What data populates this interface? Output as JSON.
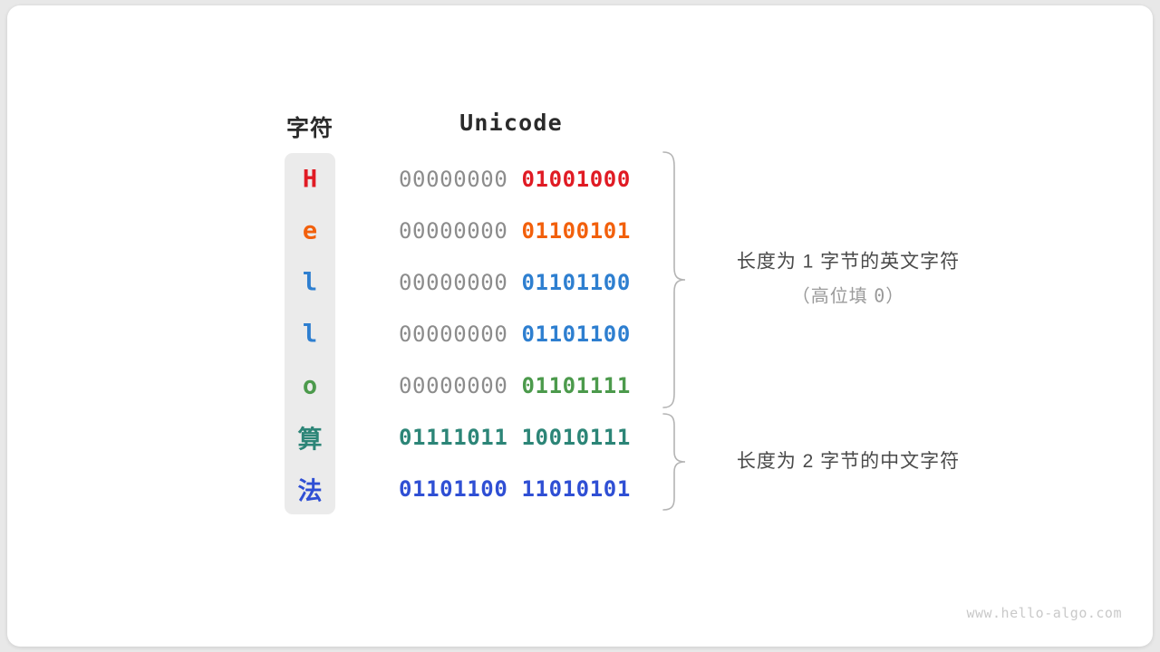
{
  "card": {
    "background": "#ffffff",
    "page_background": "#e8e8e8"
  },
  "headers": {
    "char": "字符",
    "unicode": "Unicode"
  },
  "panel": {
    "background": "#ebebeb"
  },
  "rows": [
    {
      "char": "H",
      "char_color": "#e01b24",
      "bits_high": "00000000",
      "bits_low": "01001000",
      "bits_low_color": "#e01b24",
      "high_is_padding": true,
      "script": "latin"
    },
    {
      "char": "e",
      "char_color": "#f2600c",
      "bits_high": "00000000",
      "bits_low": "01100101",
      "bits_low_color": "#f2600c",
      "high_is_padding": true,
      "script": "latin"
    },
    {
      "char": "l",
      "char_color": "#2e7fd0",
      "bits_high": "00000000",
      "bits_low": "01101100",
      "bits_low_color": "#2e7fd0",
      "high_is_padding": true,
      "script": "latin"
    },
    {
      "char": "l",
      "char_color": "#2e7fd0",
      "bits_high": "00000000",
      "bits_low": "01101100",
      "bits_low_color": "#2e7fd0",
      "high_is_padding": true,
      "script": "latin"
    },
    {
      "char": "o",
      "char_color": "#4c9a4c",
      "bits_high": "00000000",
      "bits_low": "01101111",
      "bits_low_color": "#4c9a4c",
      "high_is_padding": true,
      "script": "latin"
    },
    {
      "char": "算",
      "char_color": "#2c8577",
      "bits_high": "01111011",
      "bits_low": "10010111",
      "bits_low_color": "#2c8577",
      "bits_high_color": "#2c8577",
      "high_is_padding": false,
      "script": "han"
    },
    {
      "char": "法",
      "char_color": "#2f4fd4",
      "bits_high": "01101100",
      "bits_low": "11010101",
      "bits_low_color": "#2f4fd4",
      "bits_high_color": "#2f4fd4",
      "high_is_padding": false,
      "script": "han"
    }
  ],
  "annotations": [
    {
      "main": "长度为 1 字节的英文字符",
      "sub_prefix": "（高位填 ",
      "sub_value": "0",
      "sub_suffix": "）"
    },
    {
      "main": "长度为 2 字节的中文字符"
    }
  ],
  "watermark": "www.hello-algo.com"
}
